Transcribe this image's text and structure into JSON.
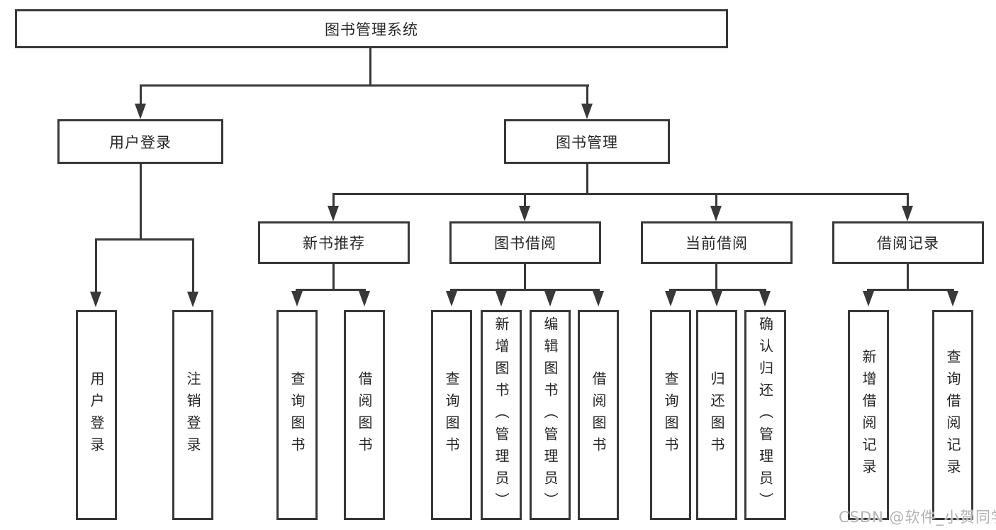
{
  "tree": {
    "root": {
      "label": "图书管理系统",
      "children": [
        {
          "label": "用户登录",
          "children": [
            {
              "label": "用户登录"
            },
            {
              "label": "注销登录"
            }
          ]
        },
        {
          "label": "图书管理",
          "children": [
            {
              "label": "新书推荐",
              "children": [
                {
                  "label": "查询图书"
                },
                {
                  "label": "借阅图书"
                }
              ]
            },
            {
              "label": "图书借阅",
              "children": [
                {
                  "label": "查询图书"
                },
                {
                  "label": "新增图书（管理员）"
                },
                {
                  "label": "编辑图书（管理员）"
                },
                {
                  "label": "借阅图书"
                }
              ]
            },
            {
              "label": "当前借阅",
              "children": [
                {
                  "label": "查询图书"
                },
                {
                  "label": "归还图书"
                },
                {
                  "label": "确认归还（管理员）"
                }
              ]
            },
            {
              "label": "借阅记录",
              "children": [
                {
                  "label": "新增借阅记录"
                },
                {
                  "label": "查询借阅记录"
                }
              ]
            }
          ]
        }
      ]
    }
  },
  "watermark": "CSDN @软件_小贺同学",
  "colors": {
    "line": "#383838",
    "text": "#262626",
    "watermark": "#b3b3b3",
    "background": "#ffffff"
  }
}
